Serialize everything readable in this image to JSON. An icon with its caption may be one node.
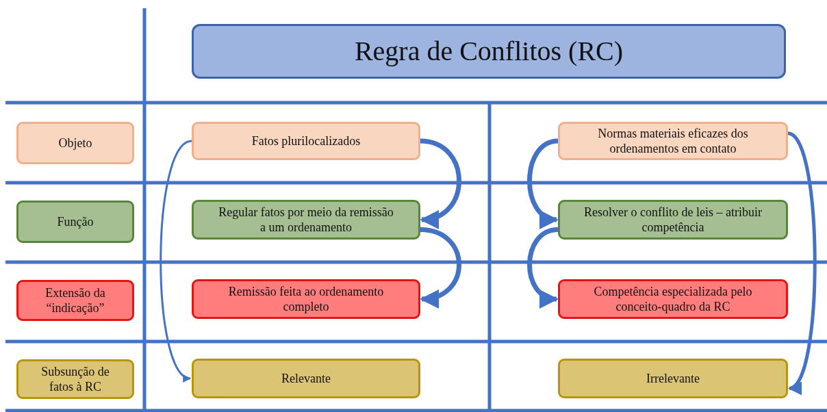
{
  "diagram": {
    "nodes": [
      {
        "text": [
          "Regra de Conflitos (RC)"
        ]
      },
      {
        "text": [
          "Objeto"
        ]
      },
      {
        "text": [
          "Fatos plurilocalizados"
        ]
      },
      {
        "text": [
          "Normas materiais eficazes dos ordenamentos em contato"
        ]
      },
      {
        "text": [
          "Função"
        ]
      },
      {
        "text": [
          "Regular fatos por meio da remissão a um  ordenamento"
        ]
      },
      {
        "text": [
          "Resolver o conflito de leis – atribuir competência"
        ]
      },
      {
        "text": [
          "Extensão da “indicação”"
        ]
      },
      {
        "text": [
          "Remissão feita ao ordenamento completo"
        ]
      },
      {
        "text": [
          "Competência especializada pelo conceito-quadro da RC"
        ]
      },
      {
        "text": [
          "Subsunção de fatos à RC"
        ]
      },
      {
        "text": [
          "Relevante"
        ]
      },
      {
        "text": [
          "Irrelevante"
        ]
      }
    ],
    "edges": [
      {
        "from": 2,
        "to": 5,
        "arrow": "to"
      },
      {
        "from": 5,
        "to": 8,
        "arrow": "to"
      },
      {
        "from": 2,
        "to": 11,
        "arrow": "to"
      },
      {
        "from": 3,
        "to": 6,
        "arrow": "to"
      },
      {
        "from": 6,
        "to": 9,
        "arrow": "to"
      },
      {
        "from": 3,
        "to": 12,
        "arrow": "to"
      }
    ]
  }
}
